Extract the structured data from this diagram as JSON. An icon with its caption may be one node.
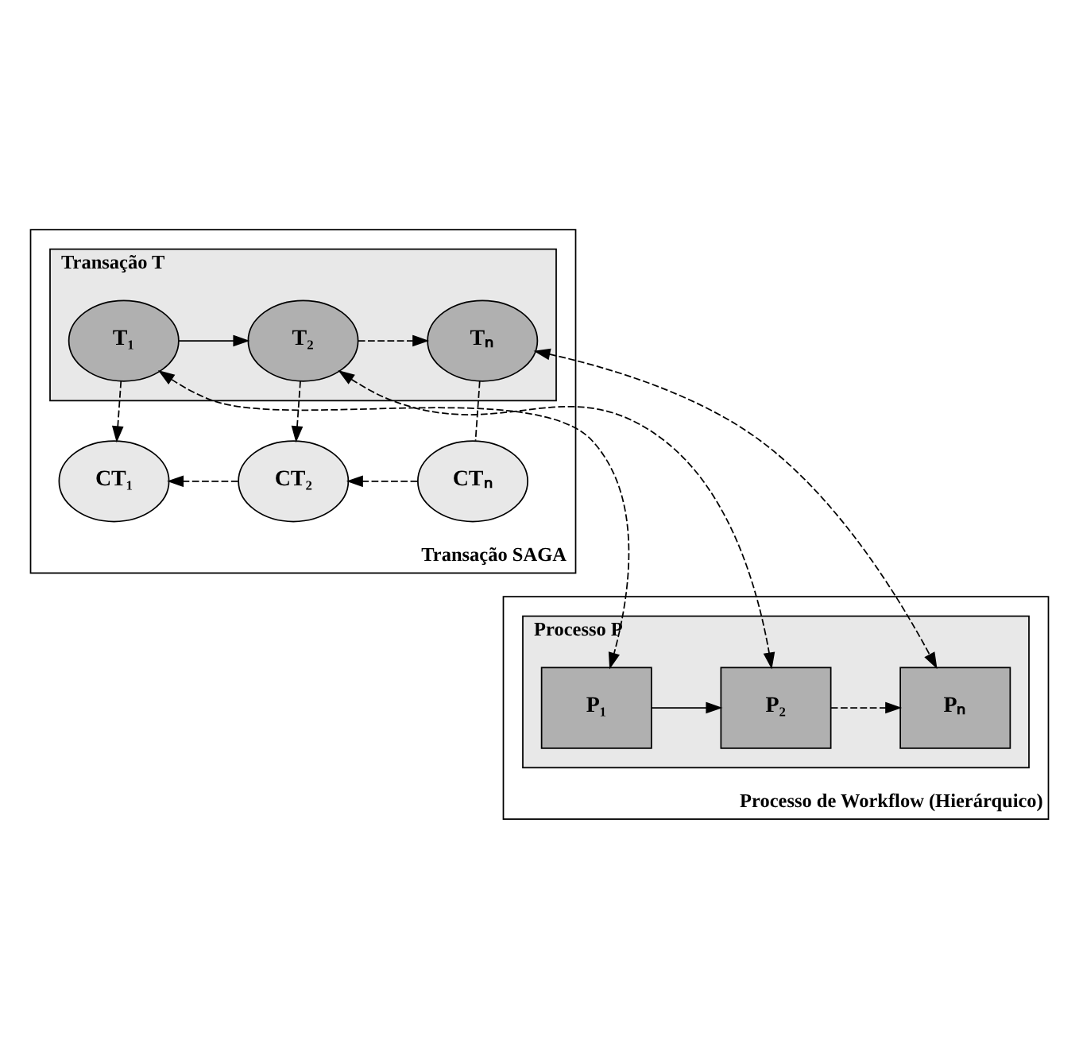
{
  "diagram": {
    "nodes": [
      {
        "text": [
          "Transação SAGA"
        ]
      },
      {
        "text": [
          "Transação T"
        ],
        "in": 0
      },
      {
        "text": [
          "T₁"
        ],
        "in": 1
      },
      {
        "text": [
          "T₂"
        ],
        "in": 1
      },
      {
        "text": [
          "Tₙ"
        ],
        "in": 1
      },
      {
        "text": [
          "CT₁"
        ],
        "in": 0
      },
      {
        "text": [
          "CT₂"
        ],
        "in": 0
      },
      {
        "text": [
          "CTₙ"
        ],
        "in": 0
      },
      {
        "text": [
          "Processo de Workflow (Hierárquico)"
        ]
      },
      {
        "text": [
          "Processo P"
        ],
        "in": 8
      },
      {
        "text": [
          "P₁"
        ],
        "in": 9
      },
      {
        "text": [
          "P₂"
        ],
        "in": 9
      },
      {
        "text": [
          "Pₙ"
        ],
        "in": 9
      }
    ],
    "edges": [
      {
        "from": 2,
        "to": 3,
        "arrow": "to"
      },
      {
        "from": 3,
        "to": 4,
        "arrow": "to",
        "style": "dashed"
      },
      {
        "from": 4,
        "to": 7,
        "arrow": "none",
        "style": "dashed"
      },
      {
        "from": 7,
        "to": 6,
        "arrow": "to",
        "style": "dashed"
      },
      {
        "from": 3,
        "to": 6,
        "arrow": "to",
        "style": "dashed"
      },
      {
        "from": 6,
        "to": 5,
        "arrow": "to",
        "style": "dashed"
      },
      {
        "from": 2,
        "to": 5,
        "arrow": "to",
        "style": "dashed"
      },
      {
        "from": 2,
        "to": 10,
        "arrow": "both",
        "style": "dashed"
      },
      {
        "from": 3,
        "to": 11,
        "arrow": "both",
        "style": "dashed"
      },
      {
        "from": 4,
        "to": 12,
        "arrow": "both",
        "style": "dashed"
      },
      {
        "from": 10,
        "to": 11,
        "arrow": "to"
      },
      {
        "from": 11,
        "to": 12,
        "arrow": "to",
        "style": "dashed"
      }
    ]
  }
}
